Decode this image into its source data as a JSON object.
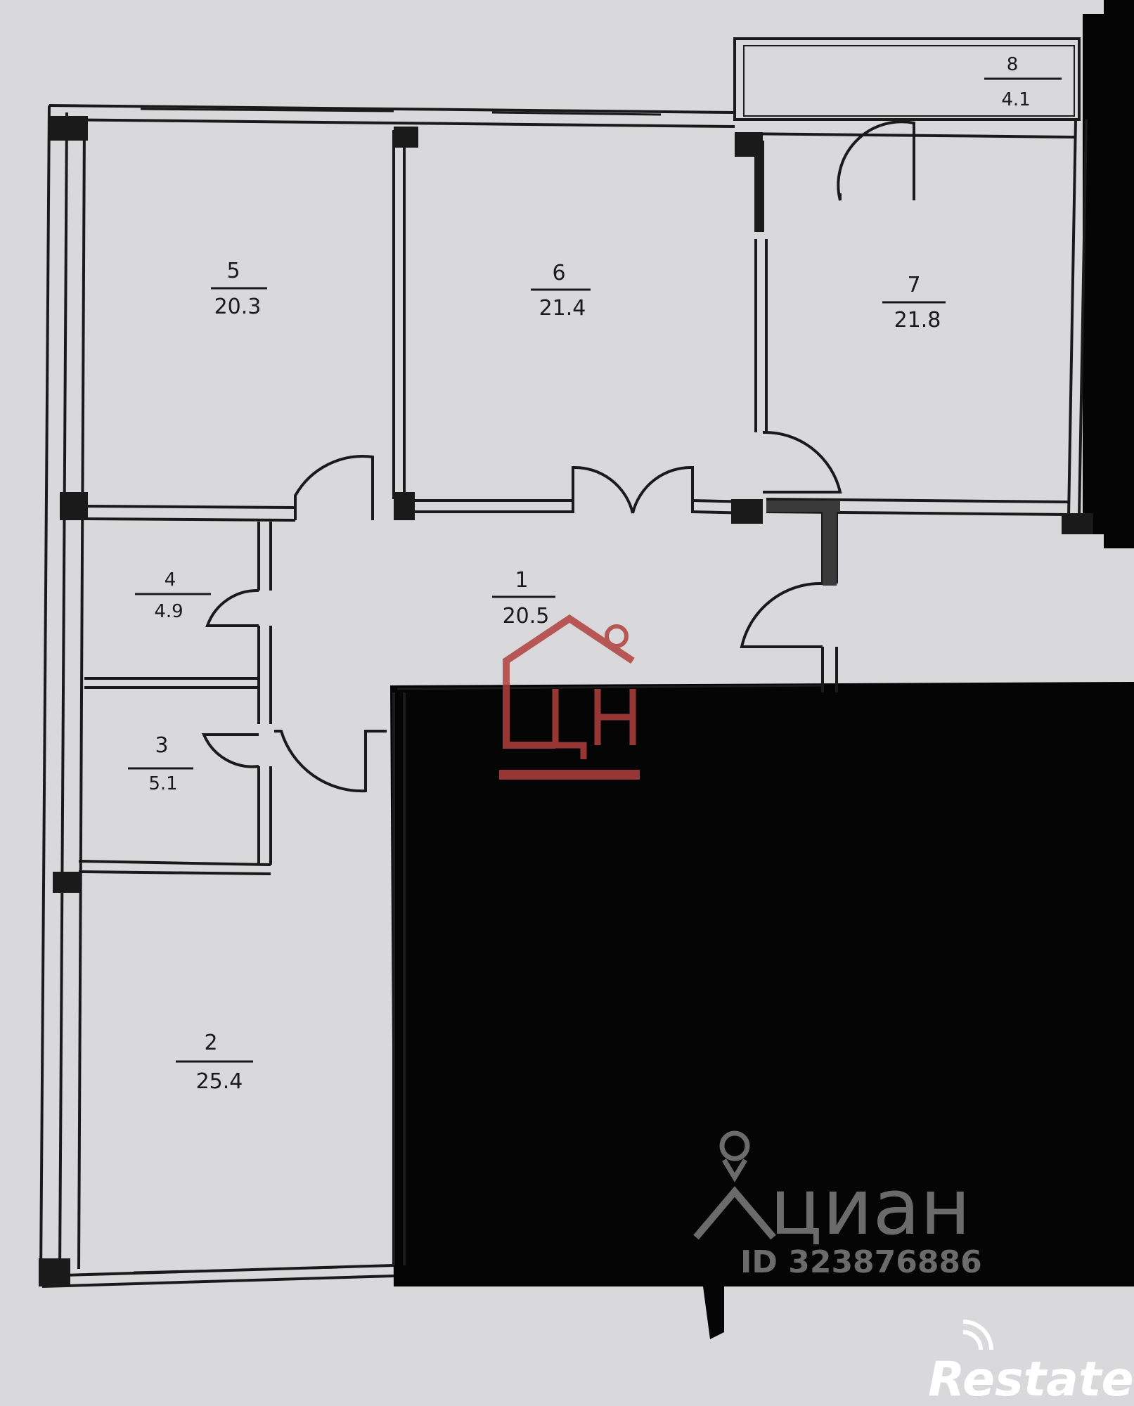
{
  "rooms": [
    {
      "id": "1",
      "area": "20.5"
    },
    {
      "id": "2",
      "area": "25.4"
    },
    {
      "id": "3",
      "area": "5.1"
    },
    {
      "id": "4",
      "area": "4.9"
    },
    {
      "id": "5",
      "area": "20.3"
    },
    {
      "id": "6",
      "area": "21.4"
    },
    {
      "id": "7",
      "area": "21.8"
    },
    {
      "id": "8",
      "area": "4.1"
    }
  ],
  "watermarks": {
    "cian_brand": "циан",
    "cian_id": "ID 323876886",
    "restate_brand": "Restate"
  },
  "colors": {
    "paper": "#d9d9db",
    "wall": "#1a1a1a",
    "redacted": "#050505",
    "logo_red": "#b0403e"
  }
}
